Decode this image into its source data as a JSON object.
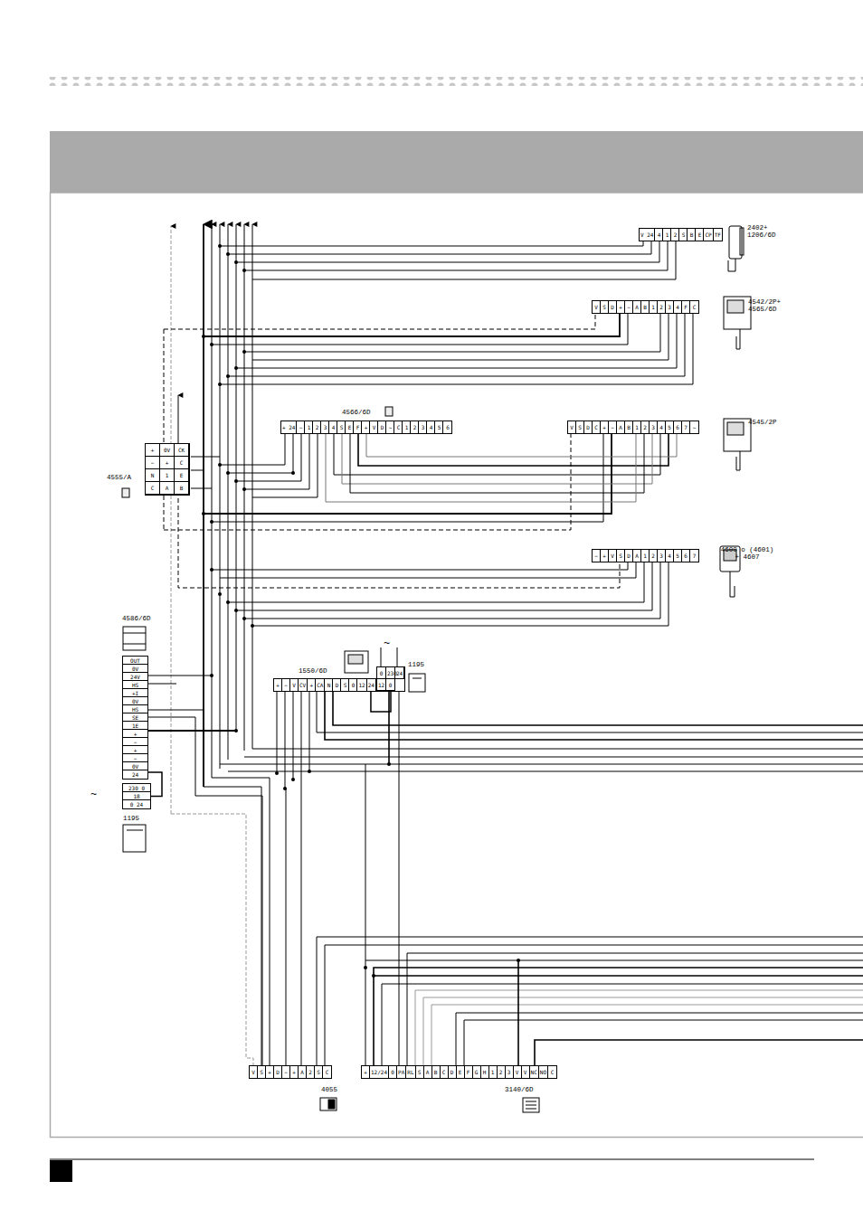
{
  "diagram": {
    "nodes": [
      {
        "text": [
          "V 24",
          "4",
          "1",
          "2",
          "S",
          "B",
          "E",
          "CP",
          "TF"
        ]
      },
      {
        "text": [
          "V",
          "S",
          "D",
          "+",
          "−",
          "A",
          "B",
          "1",
          "2",
          "3",
          "4",
          "F",
          "C"
        ]
      },
      {
        "text": [
          "+ 24",
          "−",
          "1",
          "2",
          "3",
          "4",
          "S",
          "E",
          "F",
          "+",
          "V",
          "D",
          "~",
          "C",
          "1",
          "2",
          "3",
          "4",
          "5",
          "6"
        ]
      },
      {
        "text": [
          "V",
          "S",
          "D",
          "C",
          "+",
          "−",
          "A",
          "B",
          "1",
          "2",
          "3",
          "4",
          "5",
          "6",
          "7",
          "~"
        ]
      },
      {
        "text": [
          "+",
          "0V",
          "CK",
          "−",
          "+",
          "C",
          "N",
          "1",
          "E",
          "C",
          "A",
          "B"
        ]
      },
      {
        "text": [
          "−",
          "+",
          "V",
          "S",
          "D",
          "A",
          "1",
          "2",
          "3",
          "4",
          "5",
          "6",
          "7"
        ]
      },
      {
        "text": [
          "OUT",
          "0V",
          "24V",
          "HS",
          "+I",
          "0V",
          "HS",
          "SE",
          "1E",
          "+",
          "−",
          "+",
          "−",
          "0V",
          "24"
        ]
      },
      {
        "text": [
          "230 0",
          "18",
          "0 24"
        ]
      },
      {
        "text": [
          "+",
          "−",
          "V",
          "CV",
          "+",
          "CA",
          "N",
          "D",
          "S",
          "0",
          "12",
          "24"
        ]
      },
      {
        "text": [
          "0",
          "230",
          "24",
          "12",
          "0"
        ]
      },
      {
        "text": [
          "V",
          "S",
          "+",
          "D",
          "−",
          "+",
          "A",
          "2",
          "S",
          "C"
        ]
      },
      {
        "text": [
          "+",
          "12/24",
          "0",
          "PA",
          "RL",
          "S",
          "A",
          "B",
          "C",
          "D",
          "E",
          "F",
          "G",
          "H",
          "1",
          "2",
          "3",
          "V",
          "V",
          "NC",
          "NO",
          "C"
        ]
      }
    ],
    "edges": [
      {
        "from": 8,
        "to": 9,
        "arrow": "none"
      },
      {
        "from": 7,
        "to": 6,
        "arrow": "none"
      }
    ],
    "labels": [
      "2402+ 1206/6D",
      "4542/2P+ 4565/6D",
      "4545/2P",
      "4600 o (4601) + 4607",
      "4566/6D",
      "4555/A",
      "4586/6D",
      "1550/6D",
      "1195",
      "~",
      "~",
      "1195",
      "4055",
      "3140/6D"
    ]
  }
}
